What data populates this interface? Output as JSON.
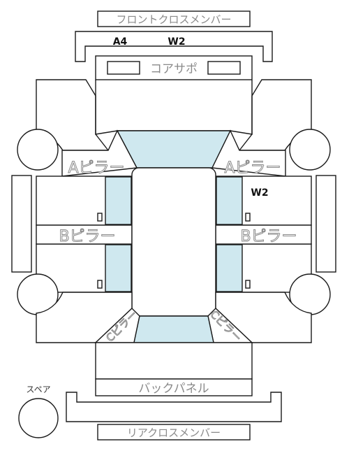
{
  "labels": {
    "front_cross_member": "フロントクロスメンバー",
    "core_support": "コアサポ",
    "a_pillar_left": "Aピラー",
    "a_pillar_right": "Aピラー",
    "b_pillar_left": "Bピラー",
    "b_pillar_right": "Bピラー",
    "c_pillar_left": "Cピラー",
    "c_pillar_right": "Cピラー",
    "back_panel": "バックパネル",
    "rear_cross_member": "リアクロスメンバー",
    "spare": "スペア"
  },
  "marks": {
    "front_left": "A4",
    "front_right": "W2",
    "a_pillar_right": "W2"
  },
  "colors": {
    "glass": "#cfe8ef",
    "outline": "#1a1a1a",
    "label_outline": "#8a8a8a"
  }
}
